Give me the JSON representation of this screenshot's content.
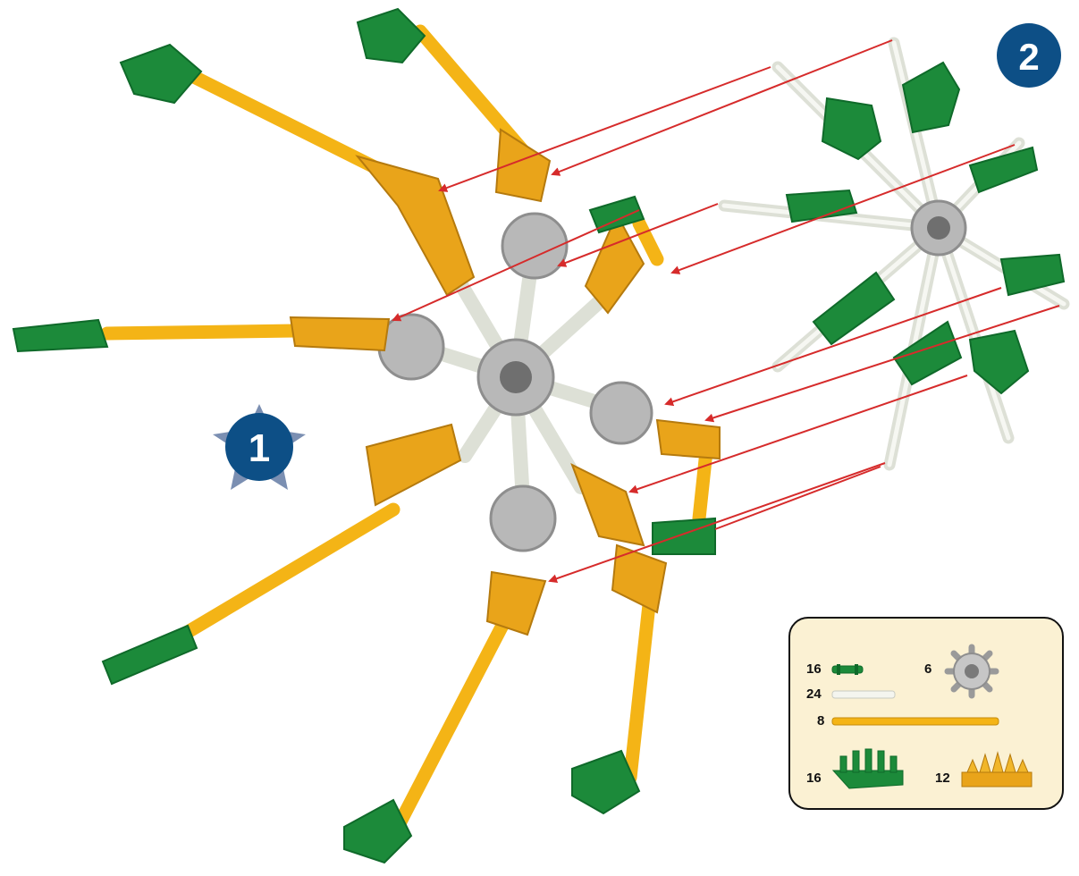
{
  "steps": [
    {
      "number": "1",
      "badge_color": "#0d4f86",
      "halo_color": "#7b8fb2"
    },
    {
      "number": "2",
      "badge_color": "#0d4f86"
    }
  ],
  "colors": {
    "yellow_rod": "#f4b416",
    "yellow_connector": "#e9a41a",
    "green_part": "#1c8a3a",
    "green_dark": "#0f6a2a",
    "white_rod": "#eef0e8",
    "gray_connector": "#b8b8b8",
    "red_arrow": "#d62b2b",
    "legend_bg": "#fbf1d3"
  },
  "parts_legend": [
    {
      "count": "16",
      "part": "green-connector-rod-icon"
    },
    {
      "count": "6",
      "part": "gray-round-connector-icon"
    },
    {
      "count": "24",
      "part": "white-rod-icon"
    },
    {
      "count": "8",
      "part": "yellow-rod-icon"
    },
    {
      "count": "16",
      "part": "green-half-connector-icon"
    },
    {
      "count": "12",
      "part": "yellow-half-connector-icon"
    }
  ]
}
